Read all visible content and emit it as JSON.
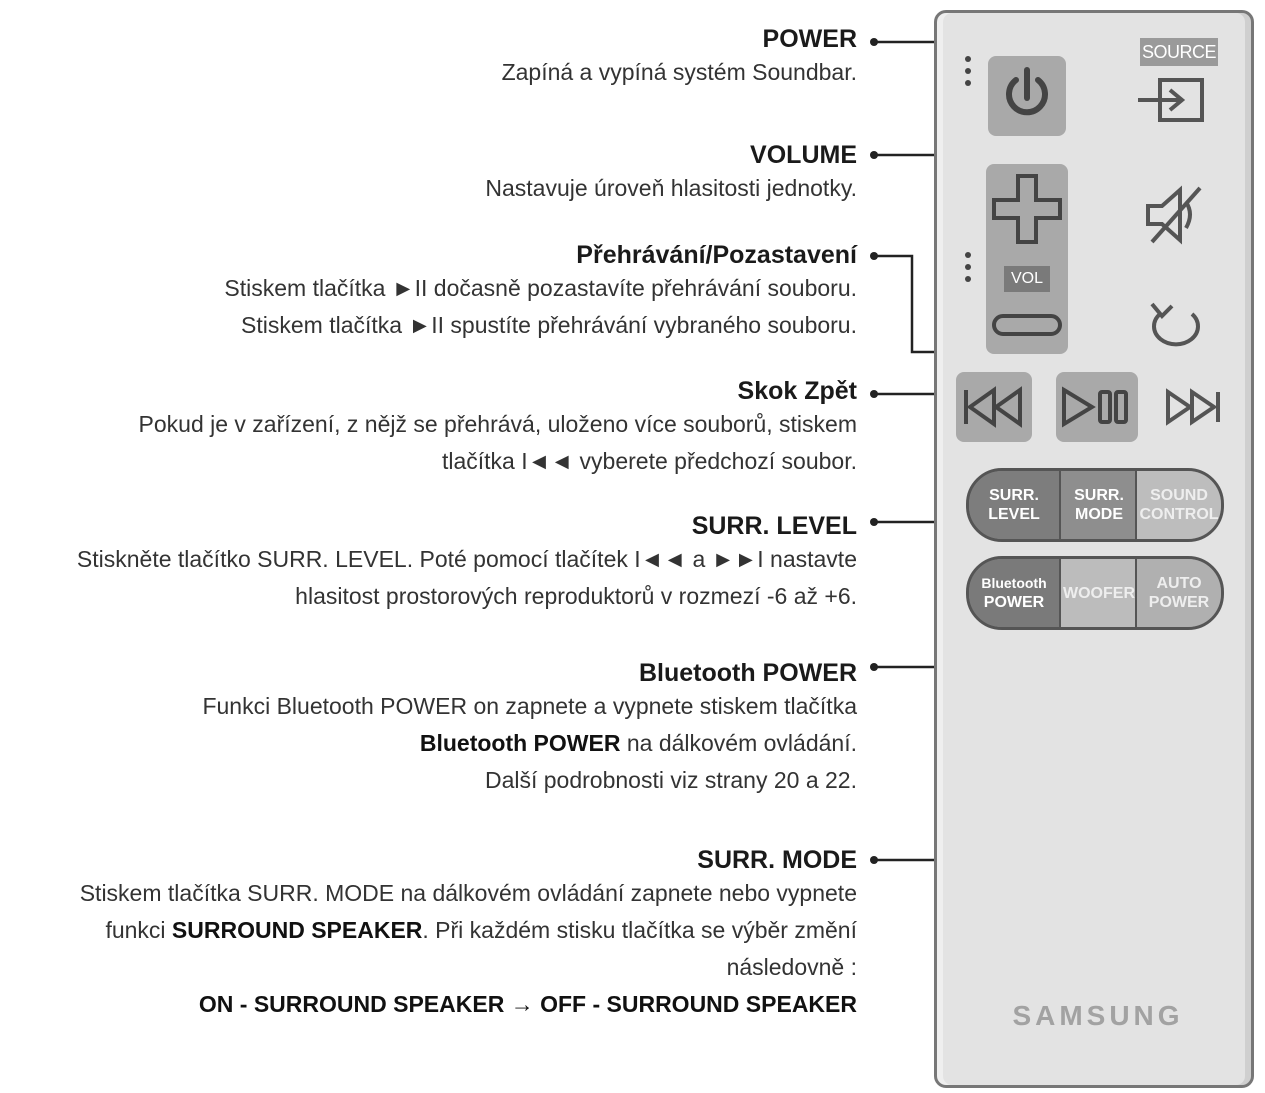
{
  "annotations": {
    "power": {
      "title": "POWER",
      "lines": [
        "Zapíná a vypíná systém Soundbar."
      ]
    },
    "volume": {
      "title": "VOLUME",
      "lines": [
        "Nastavuje úroveň hlasitosti jednotky."
      ]
    },
    "playpause": {
      "title": "Přehrávání/Pozastavení",
      "lines": [
        "Stiskem tlačítka ►II dočasně pozastavíte přehrávání souboru.",
        "Stiskem tlačítka ►II spustíte přehrávání vybraného souboru."
      ]
    },
    "skip": {
      "title": "Skok Zpět",
      "lines": [
        "Pokud je v zařízení, z nějž se přehrává, uloženo více souborů, stiskem",
        "tlačítka I◄◄ vyberete předchozí soubor."
      ]
    },
    "surrlevel": {
      "title": "SURR. LEVEL",
      "lines": [
        "Stiskněte tlačítko SURR. LEVEL. Poté pomocí tlačítek I◄◄ a ►►I nastavte",
        "hlasitost prostorových reproduktorů v rozmezí -6 až +6."
      ]
    },
    "bluetooth": {
      "title": "Bluetooth POWER",
      "lines": [
        "Funkci Bluetooth POWER on zapnete a vypnete stiskem tlačítka"
      ],
      "line2_bold": "Bluetooth POWER",
      "line2_rest": " na dálkovém ovládání.",
      "line3": "Další podrobnosti viz strany 20 a 22."
    },
    "surrmode": {
      "title": "SURR. MODE",
      "line1": "Stiskem tlačítka SURR. MODE na dálkovém ovládání zapnete nebo vypnete",
      "line2_pre": "funkci ",
      "line2_bold": "SURROUND SPEAKER",
      "line2_rest": ". Při každém stisku tlačítka se výběr změní",
      "line3": "následovně :",
      "line4": "ON - SURROUND SPEAKER →  OFF - SURROUND SPEAKER"
    }
  },
  "remote": {
    "source_label": "SOURCE",
    "vol_label": "VOL",
    "surr_level": [
      "SURR.",
      "LEVEL"
    ],
    "surr_mode": [
      "SURR.",
      "MODE"
    ],
    "sound_control": [
      "SOUND",
      "CONTROL"
    ],
    "bt_power": [
      "Bluetooth",
      "POWER"
    ],
    "woofer": "WOOFER",
    "auto_power": [
      "AUTO",
      "POWER"
    ],
    "brand": "SAMSUNG"
  }
}
